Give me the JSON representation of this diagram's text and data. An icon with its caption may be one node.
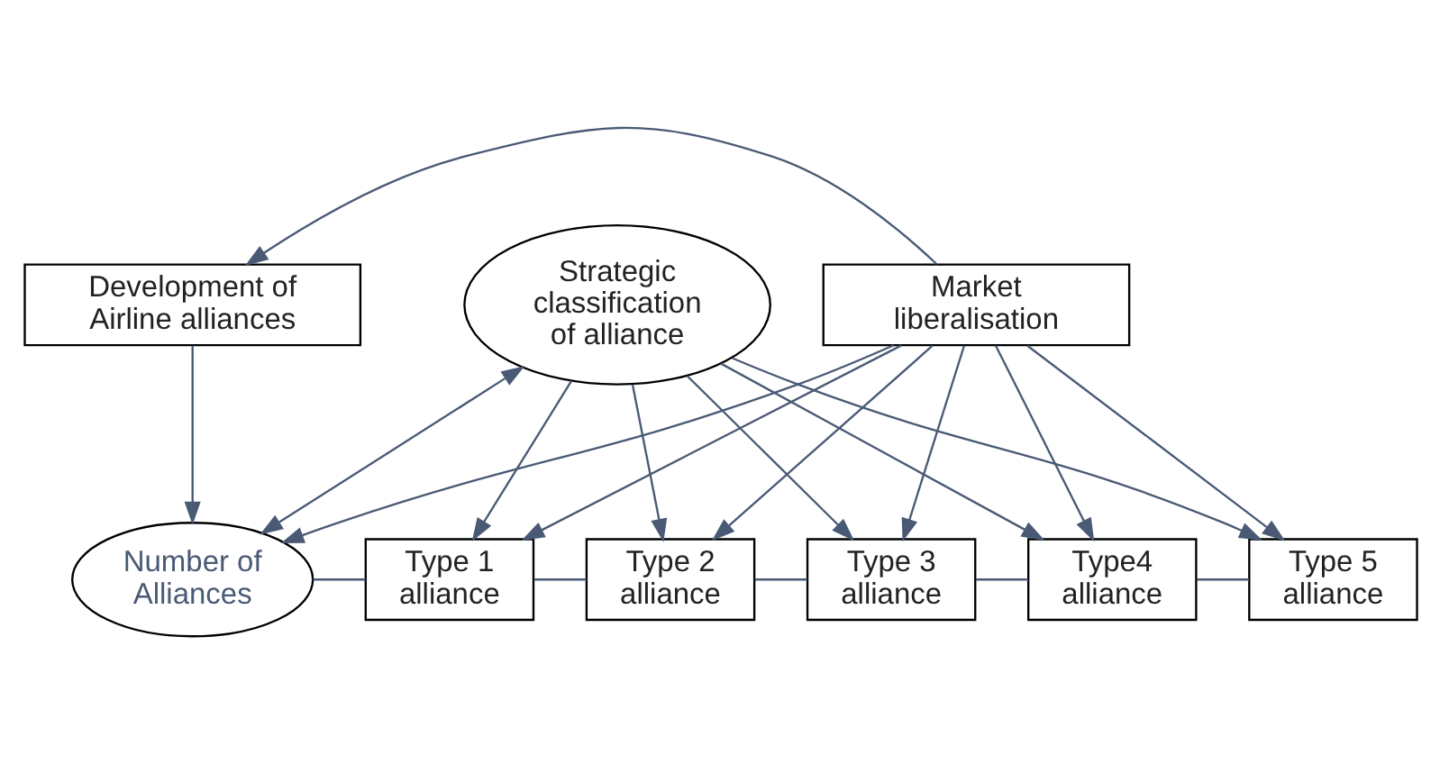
{
  "diagram": {
    "nodes": [
      {
        "text": [
          "Development of Airline alliances"
        ]
      },
      {
        "text": [
          "Market liberalisation"
        ]
      },
      {
        "text": [
          "Strategic classification of alliance"
        ]
      },
      {
        "text": [
          "Number of Alliances"
        ]
      },
      {
        "text": [
          "Type 1 alliance"
        ]
      },
      {
        "text": [
          "Type 2 alliance"
        ]
      },
      {
        "text": [
          "Type 3 alliance"
        ]
      },
      {
        "text": [
          "Type4 alliance"
        ]
      },
      {
        "text": [
          "Type 5 alliance"
        ]
      }
    ],
    "edges": [
      {
        "from": 1,
        "to": 0,
        "arrow": "to"
      },
      {
        "from": 0,
        "to": 3,
        "arrow": "to"
      },
      {
        "from": 1,
        "to": 3,
        "arrow": "to"
      },
      {
        "from": 1,
        "to": 4,
        "arrow": "to"
      },
      {
        "from": 1,
        "to": 5,
        "arrow": "to"
      },
      {
        "from": 1,
        "to": 6,
        "arrow": "to"
      },
      {
        "from": 1,
        "to": 7,
        "arrow": "to"
      },
      {
        "from": 1,
        "to": 8,
        "arrow": "to"
      },
      {
        "from": 2,
        "to": 3,
        "arrow": "both"
      },
      {
        "from": 2,
        "to": 4,
        "arrow": "to"
      },
      {
        "from": 2,
        "to": 5,
        "arrow": "to"
      },
      {
        "from": 2,
        "to": 6,
        "arrow": "to"
      },
      {
        "from": 2,
        "to": 7,
        "arrow": "to"
      },
      {
        "from": 2,
        "to": 8,
        "arrow": "to"
      },
      {
        "from": 3,
        "to": 4,
        "arrow": "none"
      },
      {
        "from": 4,
        "to": 5,
        "arrow": "none"
      },
      {
        "from": 5,
        "to": 6,
        "arrow": "none"
      },
      {
        "from": 6,
        "to": 7,
        "arrow": "none"
      },
      {
        "from": 7,
        "to": 8,
        "arrow": "none"
      }
    ]
  }
}
